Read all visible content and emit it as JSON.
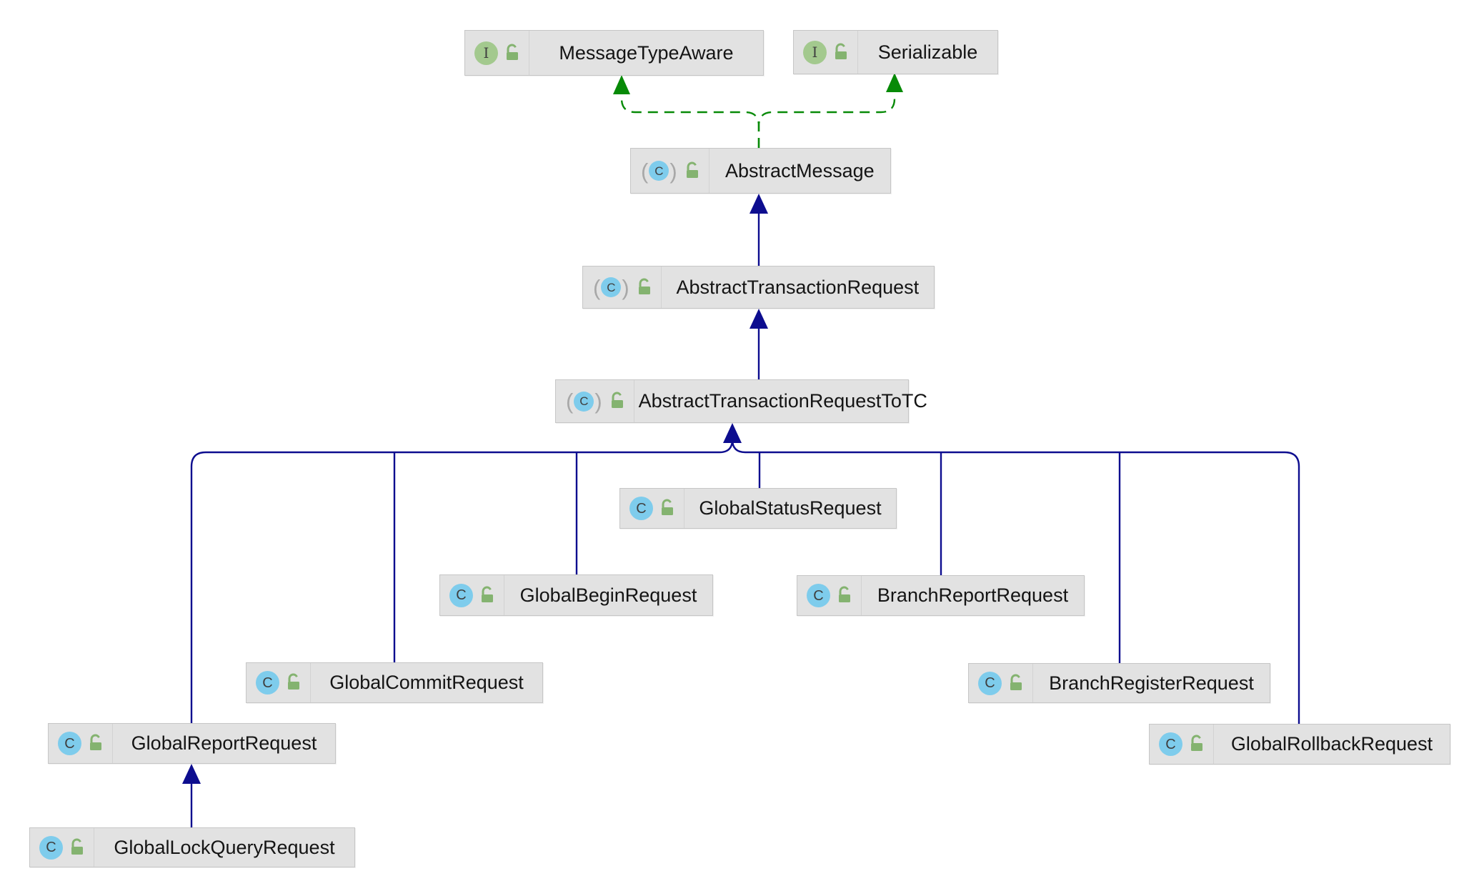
{
  "nodes": [
    {
      "label": "MessageTypeAware",
      "kind": "interface",
      "icon_letter": "I",
      "visibility": "public"
    },
    {
      "label": "Serializable",
      "kind": "interface",
      "icon_letter": "I",
      "visibility": "public"
    },
    {
      "label": "AbstractMessage",
      "kind": "abstract-class",
      "icon_letter": "C",
      "visibility": "public"
    },
    {
      "label": "AbstractTransactionRequest",
      "kind": "abstract-class",
      "icon_letter": "C",
      "visibility": "public"
    },
    {
      "label": "AbstractTransactionRequestToTC",
      "kind": "abstract-class",
      "icon_letter": "C",
      "visibility": "public"
    },
    {
      "label": "GlobalStatusRequest",
      "kind": "class",
      "icon_letter": "C",
      "visibility": "public"
    },
    {
      "label": "GlobalBeginRequest",
      "kind": "class",
      "icon_letter": "C",
      "visibility": "public"
    },
    {
      "label": "BranchReportRequest",
      "kind": "class",
      "icon_letter": "C",
      "visibility": "public"
    },
    {
      "label": "GlobalCommitRequest",
      "kind": "class",
      "icon_letter": "C",
      "visibility": "public"
    },
    {
      "label": "BranchRegisterRequest",
      "kind": "class",
      "icon_letter": "C",
      "visibility": "public"
    },
    {
      "label": "GlobalReportRequest",
      "kind": "class",
      "icon_letter": "C",
      "visibility": "public"
    },
    {
      "label": "GlobalRollbackRequest",
      "kind": "class",
      "icon_letter": "C",
      "visibility": "public"
    },
    {
      "label": "GlobalLockQueryRequest",
      "kind": "class",
      "icon_letter": "C",
      "visibility": "public"
    }
  ],
  "edges": [
    {
      "from": "AbstractMessage",
      "to": "MessageTypeAware",
      "type": "implements"
    },
    {
      "from": "AbstractMessage",
      "to": "Serializable",
      "type": "implements"
    },
    {
      "from": "AbstractTransactionRequest",
      "to": "AbstractMessage",
      "type": "extends"
    },
    {
      "from": "AbstractTransactionRequestToTC",
      "to": "AbstractTransactionRequest",
      "type": "extends"
    },
    {
      "from": "GlobalStatusRequest",
      "to": "AbstractTransactionRequestToTC",
      "type": "extends"
    },
    {
      "from": "GlobalBeginRequest",
      "to": "AbstractTransactionRequestToTC",
      "type": "extends"
    },
    {
      "from": "BranchReportRequest",
      "to": "AbstractTransactionRequestToTC",
      "type": "extends"
    },
    {
      "from": "GlobalCommitRequest",
      "to": "AbstractTransactionRequestToTC",
      "type": "extends"
    },
    {
      "from": "BranchRegisterRequest",
      "to": "AbstractTransactionRequestToTC",
      "type": "extends"
    },
    {
      "from": "GlobalReportRequest",
      "to": "AbstractTransactionRequestToTC",
      "type": "extends"
    },
    {
      "from": "GlobalRollbackRequest",
      "to": "AbstractTransactionRequestToTC",
      "type": "extends"
    },
    {
      "from": "GlobalLockQueryRequest",
      "to": "GlobalReportRequest",
      "type": "extends"
    }
  ],
  "colors": {
    "canvas_background": "#ffffff",
    "node_background": "#e2e2e2",
    "node_border": "#c6c6c6",
    "label_text": "#141414",
    "interface_icon": "#a3c98e",
    "class_icon": "#7eccec",
    "lock_icon": "#84b370",
    "inheritance_edge": "#0d0d8f",
    "realization_edge": "#078a07"
  }
}
